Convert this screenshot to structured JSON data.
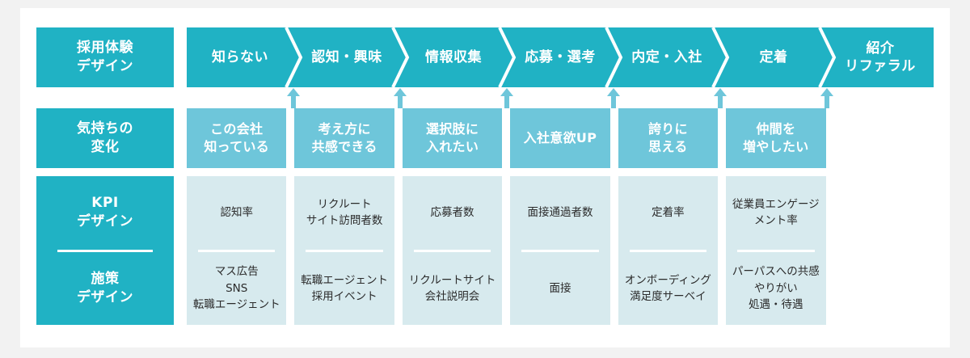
{
  "theme": {
    "page_background": "#f2f2f2",
    "card_background": "#ffffff",
    "accent_dark": "#20b2c4",
    "accent_medium": "#6ec6da",
    "accent_pale": "#d7eaee",
    "divider": "#ffffff",
    "body_text": "#2b2b2b"
  },
  "rows": {
    "banner_label_line1": "採用体験",
    "banner_label_line2": "デザイン",
    "emotion_label_line1": "気持ちの",
    "emotion_label_line2": "変化",
    "kpi_label_line1": "KPI",
    "kpi_label_line2": "デザイン",
    "measure_label_line1": "施策",
    "measure_label_line2": "デザイン"
  },
  "columns": [
    {
      "stage_line1": "知らない",
      "stage_line2": "",
      "emotion_line1": "この会社",
      "emotion_line2": "知っている",
      "kpi_line1": "認知率",
      "kpi_line2": "",
      "kpi_line3": "",
      "measure_line1": "マス広告",
      "measure_line2": "SNS",
      "measure_line3": "転職エージェント"
    },
    {
      "stage_line1": "認知・興味",
      "stage_line2": "",
      "emotion_line1": "考え方に",
      "emotion_line2": "共感できる",
      "kpi_line1": "リクルート",
      "kpi_line2": "サイト訪問者数",
      "kpi_line3": "",
      "measure_line1": "転職エージェント",
      "measure_line2": "採用イベント",
      "measure_line3": ""
    },
    {
      "stage_line1": "情報収集",
      "stage_line2": "",
      "emotion_line1": "選択肢に",
      "emotion_line2": "入れたい",
      "kpi_line1": "応募者数",
      "kpi_line2": "",
      "kpi_line3": "",
      "measure_line1": "リクルートサイト",
      "measure_line2": "会社説明会",
      "measure_line3": ""
    },
    {
      "stage_line1": "応募・選考",
      "stage_line2": "",
      "emotion_line1": "入社意欲UP",
      "emotion_line2": "",
      "kpi_line1": "面接通過者数",
      "kpi_line2": "",
      "kpi_line3": "",
      "measure_line1": "面接",
      "measure_line2": "",
      "measure_line3": ""
    },
    {
      "stage_line1": "内定・入社",
      "stage_line2": "",
      "emotion_line1": "誇りに",
      "emotion_line2": "思える",
      "kpi_line1": "定着率",
      "kpi_line2": "",
      "kpi_line3": "",
      "measure_line1": "オンボーディング",
      "measure_line2": "満足度サーベイ",
      "measure_line3": ""
    },
    {
      "stage_line1": "定着",
      "stage_line2": "",
      "emotion_line1": "仲間を",
      "emotion_line2": "増やしたい",
      "kpi_line1": "従業員エンゲージ",
      "kpi_line2": "メント率",
      "kpi_line3": "",
      "measure_line1": "パーパスへの共感",
      "measure_line2": "やりがい",
      "measure_line3": "処遇・待遇"
    },
    {
      "stage_line1": "紹介",
      "stage_line2": "リファラル",
      "emotion_line1": "",
      "emotion_line2": "",
      "kpi_line1": "",
      "kpi_line2": "",
      "kpi_line3": "",
      "measure_line1": "",
      "measure_line2": "",
      "measure_line3": ""
    }
  ]
}
